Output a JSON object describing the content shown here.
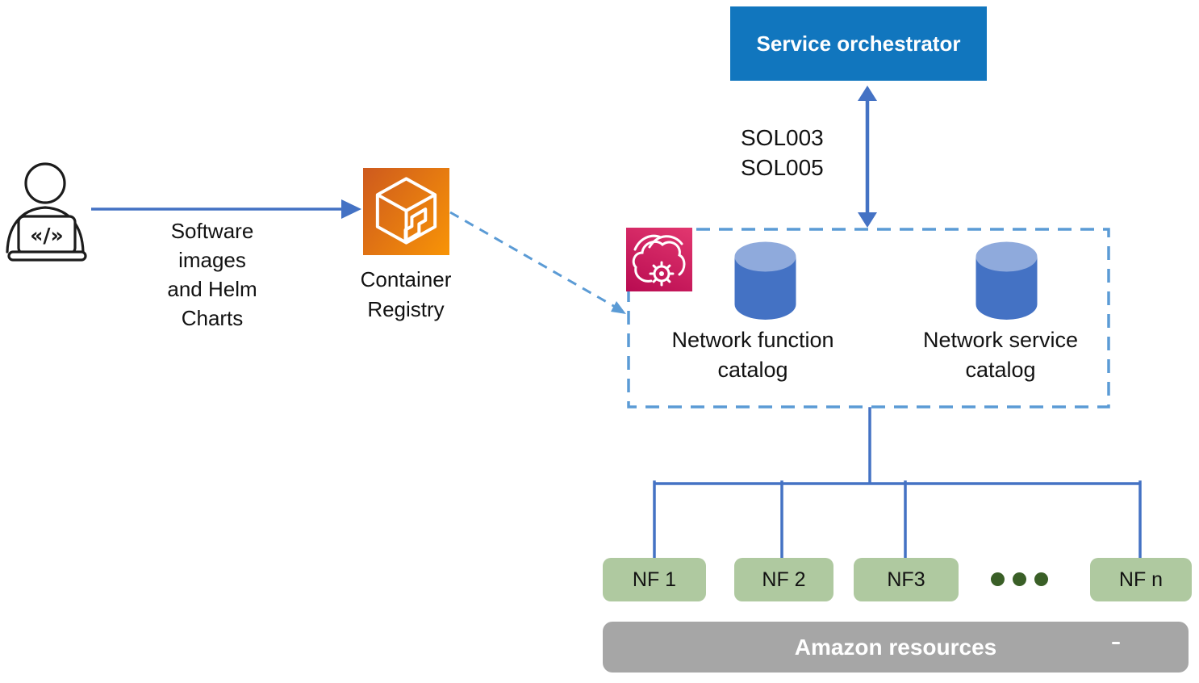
{
  "diagram": {
    "developer": {
      "icon_glyph": "«/»",
      "flow_label": "Software\nimages\nand Helm\nCharts"
    },
    "registry": {
      "label": "Container\nRegistry"
    },
    "orchestrator": {
      "label": "Service orchestrator"
    },
    "interface_label": "SOL003\nSOL005",
    "catalog_box": {
      "network_function_catalog": "Network function\ncatalog",
      "network_service_catalog": "Network service\ncatalog"
    },
    "nf_nodes": [
      "NF 1",
      "NF 2",
      "NF3",
      "NF n"
    ],
    "resources_bar": {
      "label": "Amazon resources"
    },
    "colors": {
      "connector_blue": "#4472C4",
      "dashed_blue": "#5B9BD5",
      "orchestrator_blue": "#1176BE",
      "nf_box_green": "#AFC9A0",
      "ellipsis_dot_green": "#3A5F27",
      "resources_gray": "#A6A6A6",
      "cylinder_body_blue": "#4472C4",
      "cylinder_top_blue": "#8FAADC",
      "registry_icon_orange_start": "#CE5A1E",
      "registry_icon_orange_end": "#F89406",
      "tnb_icon_pink_start": "#E2376F",
      "tnb_icon_pink_end": "#B80B51",
      "text_black": "#121212"
    }
  }
}
